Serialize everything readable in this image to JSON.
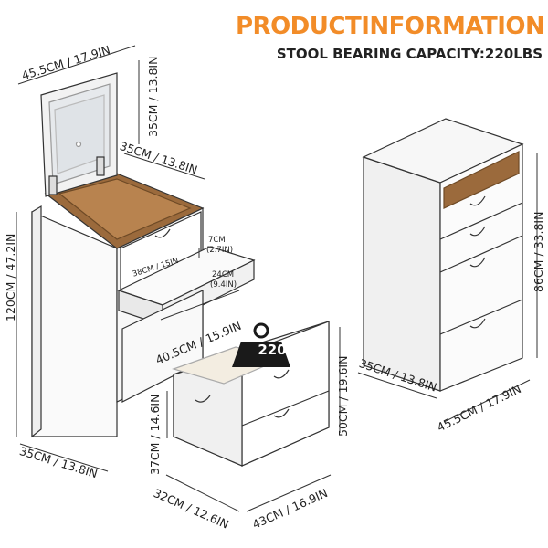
{
  "header": {
    "title": "PRODUCTINFORMATION",
    "subtitle": "STOOL BEARING CAPACITY:220LBS"
  },
  "weight_badge": "220",
  "colors": {
    "accent": "#f28c28",
    "wood": "#9b6a3c",
    "panel": "#f3f3f3",
    "line": "#333333"
  },
  "dimensions": {
    "mirror_width": "45.5CM / 17.9IN",
    "mirror_height": "35CM / 13.8IN",
    "table_top_width": "35CM / 13.8IN",
    "vanity_height": "120CM / 47.2IN",
    "vanity_base_width": "35CM / 13.8IN",
    "drawer_height": "7CM",
    "drawer_height_in": "(2.7IN)",
    "drawer_depth": "38CM / 15IN",
    "drawer_width": "24CM",
    "drawer_width_in": "(9.4IN)",
    "stool_top": "40.5CM / 15.9IN",
    "stool_inner_height": "37CM / 14.6IN",
    "stool_height": "50CM / 19.6IN",
    "stool_width": "32CM / 12.6IN",
    "stool_depth": "43CM / 16.9IN",
    "cabinet_height": "86CM / 33.8IN",
    "cabinet_depth": "35CM / 13.8IN",
    "cabinet_width": "45.5CM / 17.9IN"
  }
}
